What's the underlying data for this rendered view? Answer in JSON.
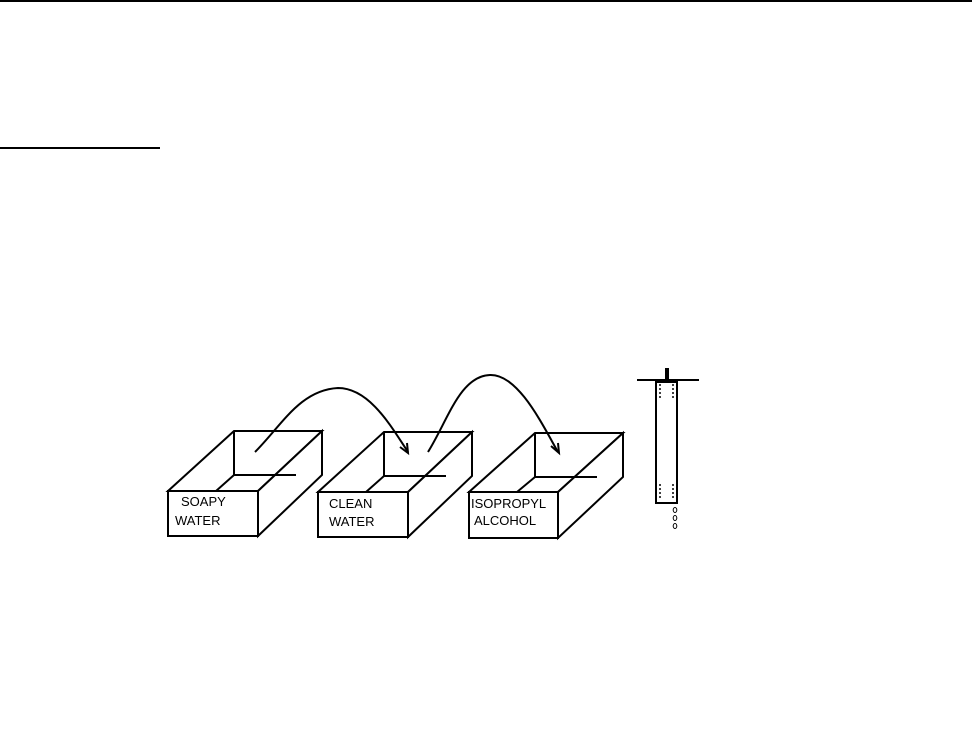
{
  "tanks": [
    {
      "line1": "SOAPY",
      "line2": "WATER"
    },
    {
      "line1": "CLEAN",
      "line2": "WATER"
    },
    {
      "line1": "ISOPROPYL",
      "line2": "ALCOHOL"
    }
  ],
  "colors": {
    "ink": "#000000",
    "background": "#ffffff"
  }
}
